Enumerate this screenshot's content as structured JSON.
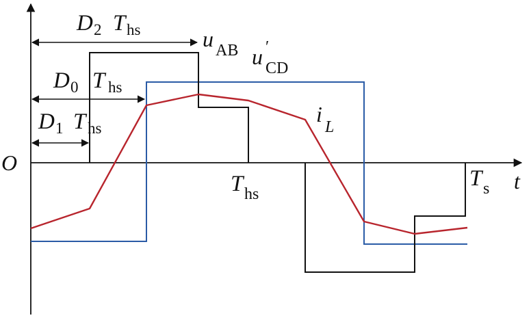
{
  "labels": {
    "origin": "O",
    "t_axis": "t",
    "uab_sym": "u",
    "uab_sub": "AB",
    "ucd_sym": "u",
    "ucd_prime": "′",
    "ucd_sub": "CD",
    "il_sym": "i",
    "il_sub": "L",
    "ths_sym": "T",
    "ths_sub": "hs",
    "ts_sym": "T",
    "ts_sub": "s",
    "d2_D": "D",
    "d2_num": "2",
    "d2_T": "T",
    "d2_sub": "hs",
    "d0_D": "D",
    "d0_num": "0",
    "d0_T": "T",
    "d0_sub": "hs",
    "d1_D": "D",
    "d1_num": "1",
    "d1_T": "T",
    "d1_sub": "hs"
  },
  "colors": {
    "axis": "#111111",
    "u_ab": "#111111",
    "u_cd": "#2a5ba6",
    "i_l": "#b8252d"
  }
}
